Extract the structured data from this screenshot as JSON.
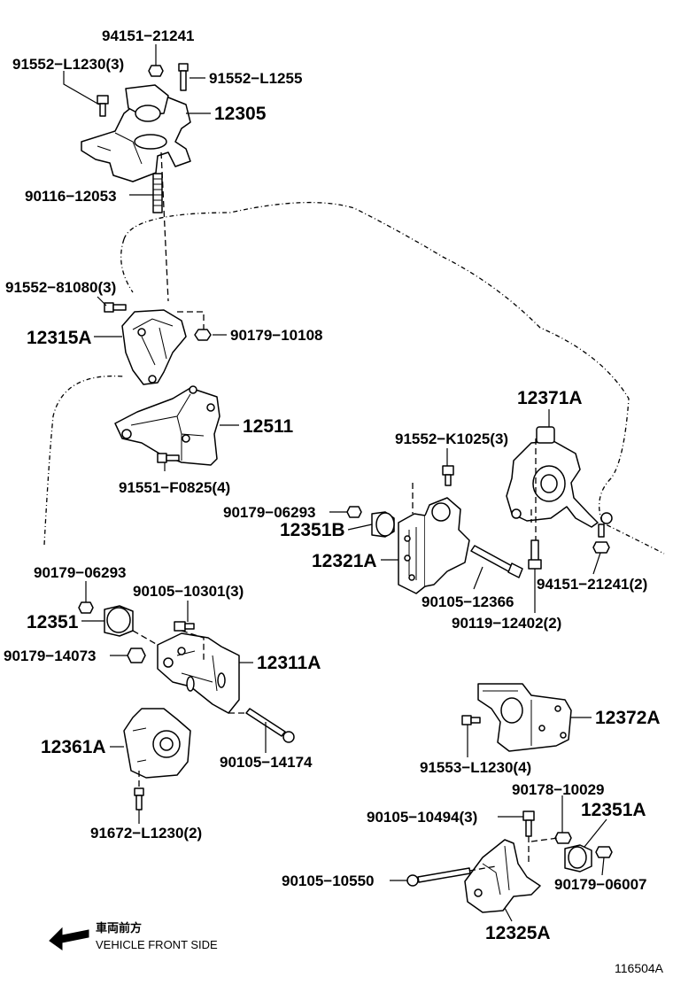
{
  "labels": {
    "p94151_21241": "94151−21241",
    "p91552_L1230_3": "91552−L1230(3)",
    "p91552_L1255": "91552−L1255",
    "p12305": "12305",
    "p90116_12053": "90116−12053",
    "p91552_81080_3": "91552−81080(3)",
    "p12315A": "12315A",
    "p90179_10108": "90179−10108",
    "p12511": "12511",
    "p91551_F0825_4": "91551−F0825(4)",
    "p12371A": "12371A",
    "p91552_K1025_3": "91552−K1025(3)",
    "p90179_06293_a": "90179−06293",
    "p12351B": "12351B",
    "p12321A": "12321A",
    "p90105_12366": "90105−12366",
    "p90119_12402_2": "90119−12402(2)",
    "p94151_21241_2": "94151−21241(2)",
    "p90179_06293_b": "90179−06293",
    "p90105_10301_3": "90105−10301(3)",
    "p12351": "12351",
    "p90179_14073": "90179−14073",
    "p12311A": "12311A",
    "p12361A": "12361A",
    "p90105_14174": "90105−14174",
    "p91672_L1230_2": "91672−L1230(2)",
    "p12372A": "12372A",
    "p91553_L1230_4": "91553−L1230(4)",
    "p90178_10029": "90178−10029",
    "p90105_10494_3": "90105−10494(3)",
    "p12351A": "12351A",
    "p90105_10550": "90105−10550",
    "p90179_06007": "90179−06007",
    "p12325A": "12325A"
  },
  "direction": {
    "jp": "車両前方",
    "en": "VEHICLE FRONT SIDE"
  },
  "figure_id": "116504A"
}
